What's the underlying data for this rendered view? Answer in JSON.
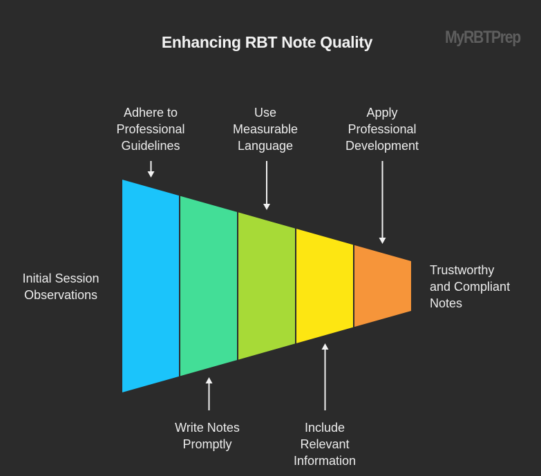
{
  "title": "Enhancing RBT Note Quality",
  "watermark": "MyRBTPrep",
  "start_label": [
    "Initial Session",
    "Observations"
  ],
  "end_label": [
    "Trustworthy",
    "and Compliant",
    "Notes"
  ],
  "stages": [
    {
      "name": "Adhere to Professional Guidelines",
      "color": "#1bc4fb",
      "label_position": "top"
    },
    {
      "name": "Write Notes Promptly",
      "color": "#43de97",
      "label_position": "bottom"
    },
    {
      "name": "Use Measurable Language",
      "color": "#a7da37",
      "label_position": "top"
    },
    {
      "name": "Include Relevant Information",
      "color": "#fde612",
      "label_position": "bottom"
    },
    {
      "name": "Apply Professional Development",
      "color": "#f6953a",
      "label_position": "top"
    }
  ],
  "top_labels": [
    [
      "Adhere to",
      "Professional",
      "Guidelines"
    ],
    [
      "Use",
      "Measurable",
      "Language"
    ],
    [
      "Apply",
      "Professional",
      "Development"
    ]
  ],
  "bottom_labels": [
    [
      "Write Notes",
      "Promptly"
    ],
    [
      "Include",
      "Relevant",
      "Information"
    ]
  ]
}
